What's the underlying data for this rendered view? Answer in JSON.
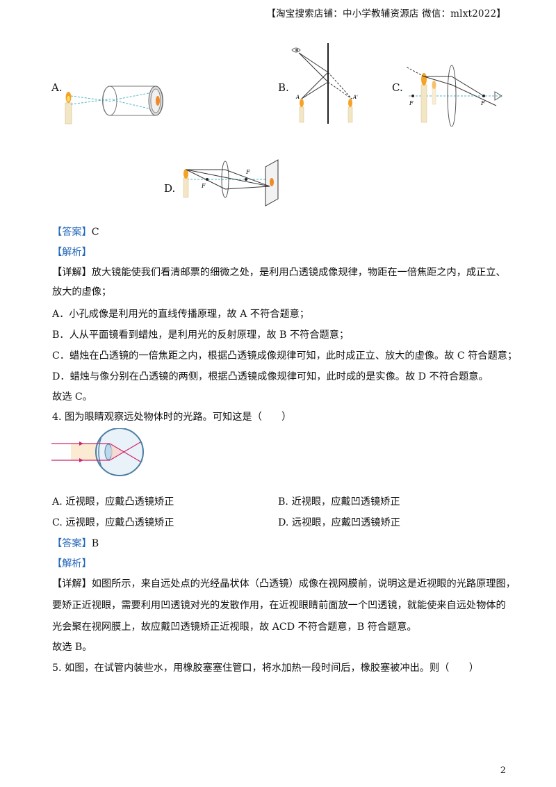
{
  "header": "【淘宝搜索店铺：中小学教辅资源店  微信：mlxt2022】",
  "q3_options": {
    "a": "A.",
    "b": "B.",
    "c": "C.",
    "d": "D."
  },
  "q3_figure_labels": {
    "b_left": "A",
    "b_right": "A'",
    "c_f_left": "F",
    "c_f_right": "F",
    "d_f_left": "F",
    "d_f_right": "F"
  },
  "q3_answer_tag": "【答案】",
  "q3_answer_value": "C",
  "q3_analysis_tag": "【解析】",
  "q3_detail_tag": "【详解】",
  "q3_detail_line1": "放大镜能使我们看清邮票的细微之处，是利用凸透镜成像规律，物距在一倍焦距之内，成正立、",
  "q3_detail_line2": "放大的虚像；",
  "q3_line_a": "A．小孔成像是利用光的直线传播原理，故 A 不符合题意；",
  "q3_line_b": "B．人从平面镜看到蜡烛，是利用光的反射原理，故 B 不符合题意；",
  "q3_line_c": "C．蜡烛在凸透镜的一倍焦距之内，根据凸透镜成像规律可知，此时成正立、放大的虚像。故 C 符合题意；",
  "q3_line_d": "D．蜡烛与像分别在凸透镜的两侧，根据凸透镜成像规律可知，此时成的是实像。故 D 不符合题意。",
  "q3_conclusion": "故选 C。",
  "q4_stem": "4. 图为眼睛观察远处物体时的光路。可知这是（　　）",
  "q4_opt_a": "A. 近视眼，应戴凸透镜矫正",
  "q4_opt_b": "B. 近视眼，应戴凹透镜矫正",
  "q4_opt_c": "C. 远视眼，应戴凸透镜矫正",
  "q4_opt_d": "D. 远视眼，应戴凹透镜矫正",
  "q4_answer_tag": "【答案】",
  "q4_answer_value": "B",
  "q4_analysis_tag": "【解析】",
  "q4_detail_tag": "【详解】",
  "q4_detail_line1": "如图所示，来自远处点的光经晶状体（凸透镜）成像在视网膜前，说明这是近视眼的光路原理图，",
  "q4_detail_line2": "要矫正近视眼，需要利用凹透镜对光的发散作用，在近视眼睛前面放一个凹透镜，就能使来自远处物体的",
  "q4_detail_line3": "光会聚在视网膜上，故应戴凹透镜矫正近视眼，故 ACD 不符合题意，B 符合题意。",
  "q4_conclusion": "故选 B。",
  "q5_stem": "5. 如图，在试管内装些水，用橡胶塞塞住管口，将水加热一段时间后，橡胶塞被冲出。则（　　）",
  "page_number": "2"
}
